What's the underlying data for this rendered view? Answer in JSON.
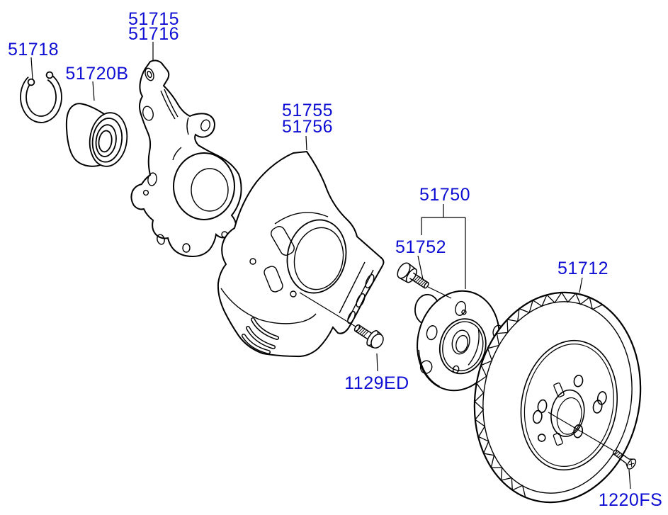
{
  "diagram": {
    "description": "Front axle wheel hub exploded parts diagram",
    "colors": {
      "background": "#ffffff",
      "line": "#000000",
      "label": "#0d0dd3"
    },
    "callouts": {
      "knuckle_a": "51715",
      "knuckle_b": "51716",
      "snap_ring": "51718",
      "bearing": "51720B",
      "shield_a": "51755",
      "shield_b": "51756",
      "hub": "51750",
      "hub_bolt": "51752",
      "rotor": "51712",
      "knuckle_bolt": "1129ED",
      "rotor_screw": "1220FS"
    }
  }
}
